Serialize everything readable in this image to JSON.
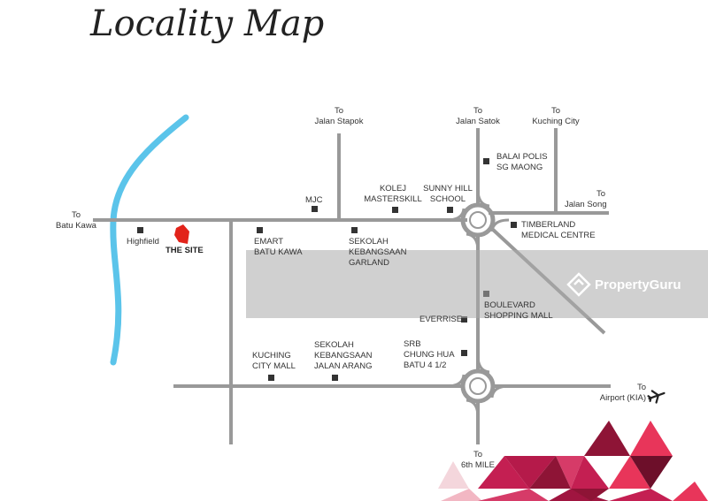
{
  "title": "Locality Map",
  "roads_color": "#999999",
  "river_color": "#5bc4ea",
  "site_color": "#e2231a",
  "destinations": {
    "batu_kawa": "To\nBatu Kawa",
    "jalan_stapok": "To\nJalan Stapok",
    "jalan_satok": "To\nJalan Satok",
    "kuching_city": "To\nKuching City",
    "jalan_song": "To\nJalan Song",
    "airport": "To\nAirport (KIA)",
    "sixth_mile": "To\n6th MILE"
  },
  "places": {
    "highfield": "Highfield",
    "the_site": "THE SITE",
    "mjc": "MJC",
    "kolej_masterskill": "KOLEJ\nMASTERSKILL",
    "sunny_hill": "SUNNY HILL\nSCHOOL",
    "balai_polis": "BALAI POLIS\nSG MAONG",
    "timberland": "TIMBERLAND\nMEDICAL CENTRE",
    "emart": "EMART\nBATU KAWA",
    "sk_garland": "SEKOLAH\nKEBANGSAAN\nGARLAND",
    "boulevard": "BOULEVARD\nSHOPPING MALL",
    "everrise": "EVERRISE",
    "kuching_city_mall": "KUCHING\nCITY MALL",
    "sk_jalan_arang": "SEKOLAH\nKEBANGSAAN\nJALAN ARANG",
    "srb_chung_hua": "SRB\nCHUNG HUA\nBATU 4 1/2"
  },
  "watermark": "PropertyGuru",
  "icons": [
    "airplane-icon",
    "propertyguru-logo-icon"
  ]
}
